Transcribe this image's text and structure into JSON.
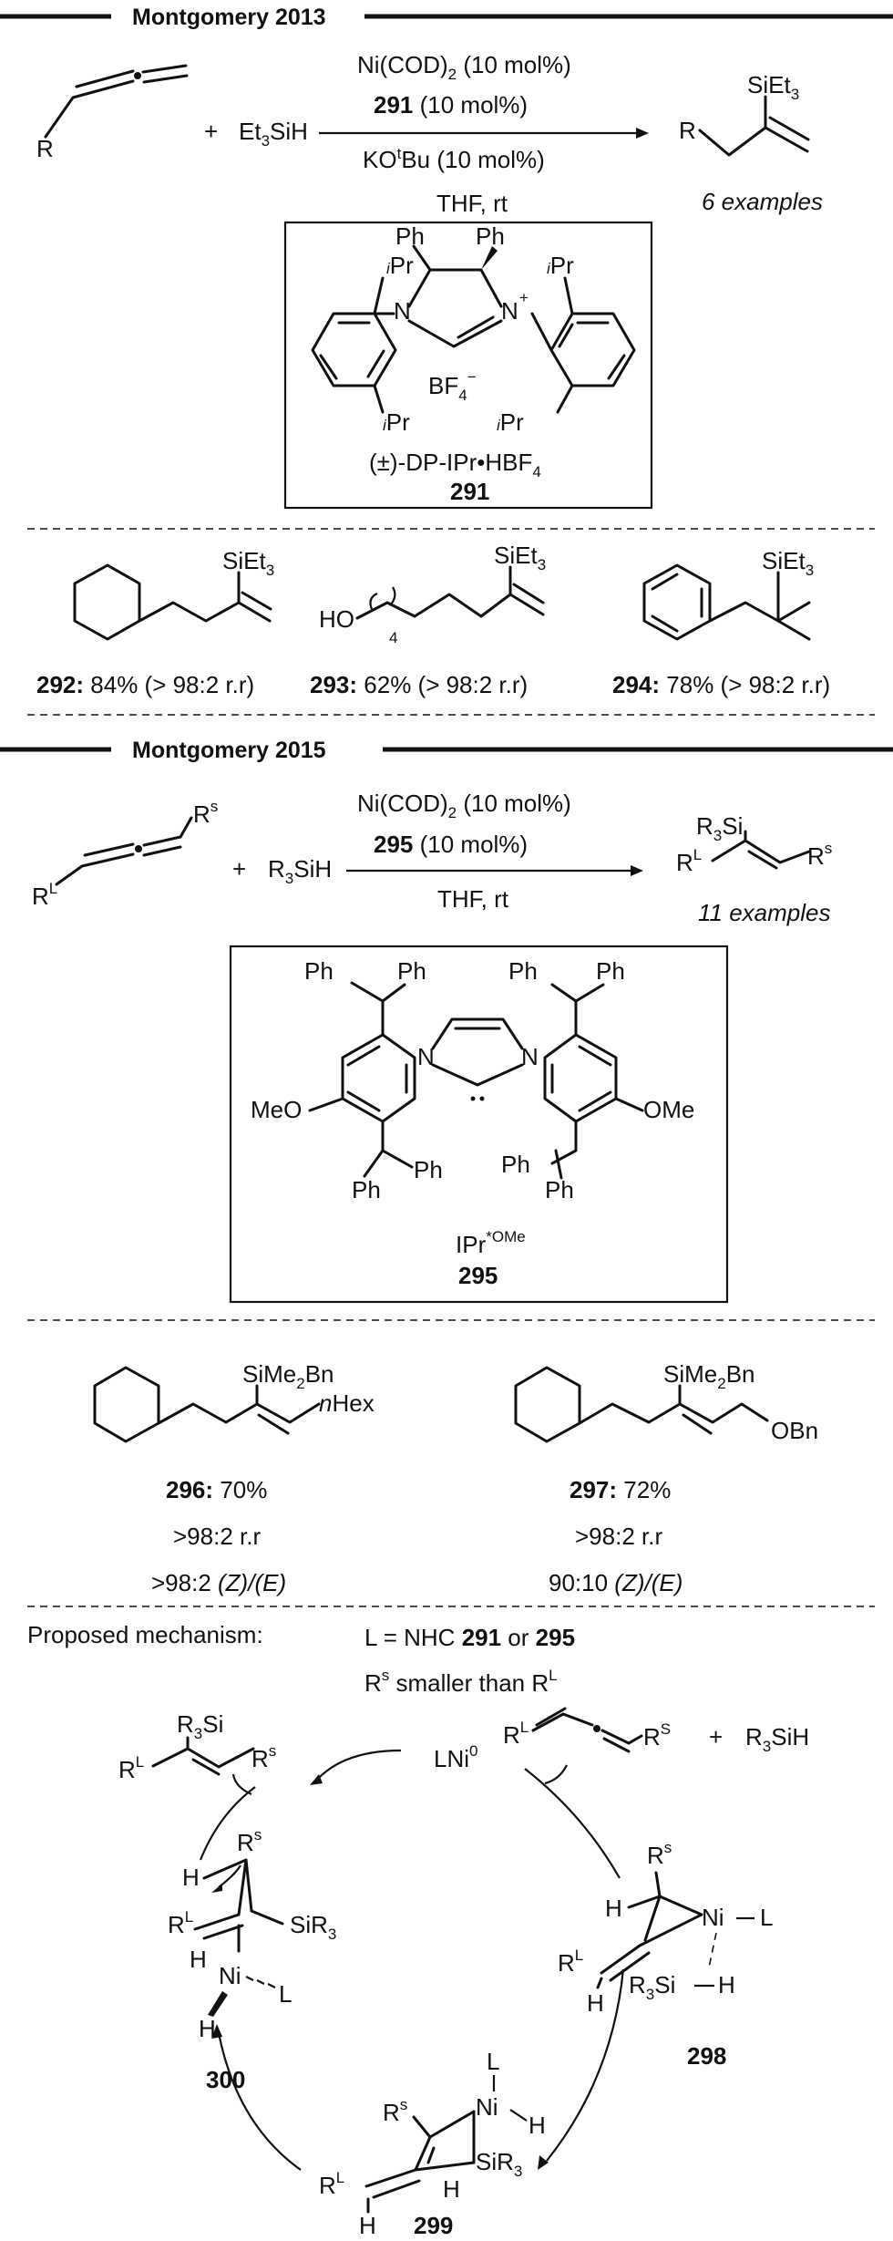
{
  "sec1": {
    "title": "Montgomery 2013",
    "reagent1": "Ni(COD)",
    "reagent1_sub": "2",
    "reagent1_tail": " (10 mol%)",
    "cat": "291",
    "cat_tail": " (10 mol%)",
    "base": "KO",
    "base_sup": "t",
    "base_tail": "Bu (10 mol%)",
    "solvent": "THF, rt",
    "silane": "Et",
    "silane_sub": "3",
    "silane_tail": "SiH",
    "plus": "+",
    "R": "R",
    "product_si": "SiEt",
    "product_si_sub": "3",
    "examples": "6 examples",
    "cat_name": "(±)-DP-IPr•HBF",
    "cat_name_sub": "4",
    "cat_num": "291",
    "Ph": "Ph",
    "iPr_i": "i",
    "iPr_pr": "Pr",
    "N": "N",
    "plus_charge": "+",
    "BF": "BF",
    "BF_sub": "4",
    "minus": "−"
  },
  "products1": [
    {
      "num": "292:",
      "text": " 84% (> 98:2 r.r)"
    },
    {
      "num": "293:",
      "text": " 62% (> 98:2 r.r)"
    },
    {
      "num": "294:",
      "text": " 78% (> 98:2 r.r)"
    }
  ],
  "prod293": {
    "HO": "HO",
    "four": "4"
  },
  "sec2": {
    "title": "Montgomery 2015",
    "reagent1": "Ni(COD)",
    "reagent1_sub": "2",
    "reagent1_tail": " (10 mol%)",
    "cat": "295",
    "cat_tail": " (10 mol%)",
    "solvent": "THF, rt",
    "silane": "R",
    "silane_sub": "3",
    "silane_tail": "SiH",
    "plus": "+",
    "RL": "R",
    "RL_sup": "L",
    "Rs": "R",
    "Rs_sup": "s",
    "product_si": "R",
    "product_si_sub": "3",
    "product_si_tail": "Si",
    "examples": "11 examples",
    "cat_name": "IPr",
    "cat_name_sup": "*OMe",
    "cat_num": "295",
    "MeO": "MeO",
    "OMe": "OMe",
    "Ph": "Ph",
    "N": "N"
  },
  "products2": [
    {
      "num": "296:",
      "text": " 70%",
      "rr": ">98:2 r.r",
      "ze": ">98:2 ",
      "ze_it": "(Z)/(E)"
    },
    {
      "num": "297:",
      "text": " 72%",
      "rr": ">98:2 r.r",
      "ze": "90:10 ",
      "ze_it": "(Z)/(E)"
    }
  ],
  "prod296": {
    "si": "SiMe",
    "si_sub": "2",
    "si_tail": "Bn",
    "n": "n",
    "hex": "Hex"
  },
  "prod297": {
    "si": "SiMe",
    "si_sub": "2",
    "si_tail": "Bn",
    "obn": "OBn"
  },
  "mech": {
    "title": "Proposed mechanism:",
    "L_def": "L = NHC ",
    "L_def_b1": "291",
    "L_def_or": " or ",
    "L_def_b2": "295",
    "rs_note": "R",
    "rs_note_sup": "s",
    "rs_note_tail": " smaller than R",
    "rs_note_sup2": "L",
    "LNi": "LNi",
    "LNi_sup": "0",
    "plus": "+",
    "R3SiH": "R",
    "R3SiH_sub": "3",
    "R3SiH_tail": "SiH",
    "allene_RL": "R",
    "allene_RL_sup": "L",
    "allene_RS": "R",
    "allene_RS_sup": "S",
    "Ni": "Ni",
    "L": "L",
    "H": "H",
    "SiR3": "SiR",
    "SiR3_sub": "3",
    "R3Si": "R",
    "R3Si_sub": "3",
    "R3Si_tail": "Si",
    "num298": "298",
    "num299": "299",
    "num300": "300"
  }
}
